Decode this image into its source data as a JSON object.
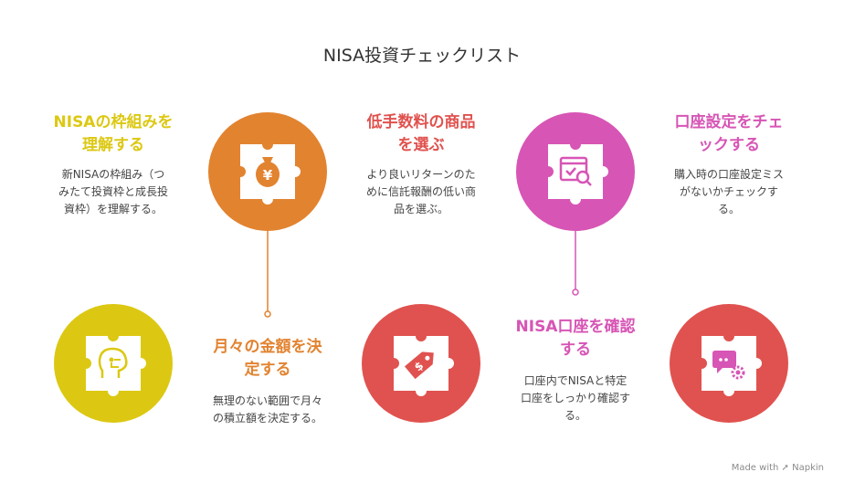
{
  "title": "NISA投資チェックリスト",
  "colors": {
    "orange": "#E28330",
    "red": "#E0524F",
    "pink": "#D755B5",
    "yellow": "#DCC812",
    "gray_line": "#9a9a9a"
  },
  "steps": [
    {
      "heading_line1": "NISAの枠組みを",
      "heading_line2": "理解する",
      "desc_line1": "新NISAの枠組み（つ",
      "desc_line2": "みたて投資枠と成長投",
      "desc_line3": "資枠）を理解する。",
      "icon": "money-bag-yen-icon",
      "color": "#E28330"
    },
    {
      "heading_line1": "月々の金額を決",
      "heading_line2": "定する",
      "desc_line1": "無理のない範囲で月々",
      "desc_line2": "の積立額を決定する。",
      "icon": "head-circuit-icon",
      "color": "#DCC812"
    },
    {
      "heading_line1": "低手数料の商品",
      "heading_line2": "を選ぶ",
      "desc_line1": "より良いリターンのた",
      "desc_line2": "めに信託報酬の低い商",
      "desc_line3": "品を選ぶ。",
      "icon": "price-tag-icon",
      "color": "#E0524F"
    },
    {
      "heading_line1": "NISA口座を確認",
      "heading_line2": "する",
      "desc_line1": "口座内でNISAと特定",
      "desc_line2": "口座をしっかり確認す",
      "desc_line3": "る。",
      "icon": "browser-search-icon",
      "color": "#D755B5"
    },
    {
      "heading_line1": "口座設定をチェ",
      "heading_line2": "ックする",
      "desc_line1": "購入時の口座設定ミス",
      "desc_line2": "がないかチェックす",
      "desc_line3": "る。",
      "icon": "chat-gear-icon",
      "color": "#E0524F"
    }
  ],
  "footer": {
    "made_with": "Made with",
    "brand": "Napkin"
  }
}
